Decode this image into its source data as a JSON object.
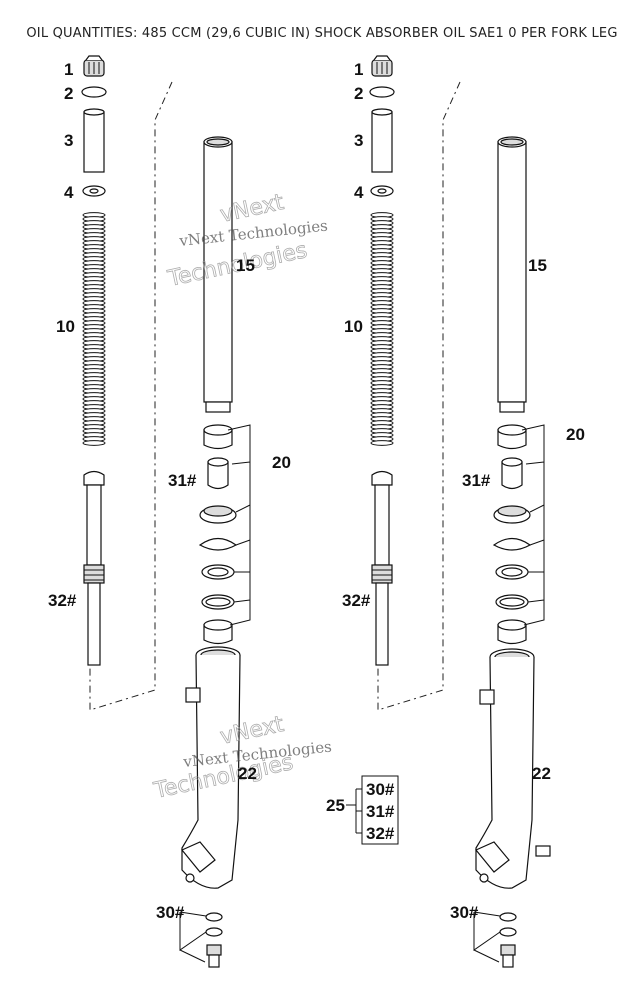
{
  "header": {
    "text": "OIL QUANTITIES: 485 CCM (29,6 CUBIC IN) SHOCK ABSORBER OIL SAE1 0 PER FORK LEG"
  },
  "left_assembly": {
    "labels": {
      "p1": "1",
      "p2": "2",
      "p3": "3",
      "p4": "4",
      "p10": "10",
      "p15": "15",
      "p20": "20",
      "p22": "22",
      "p30": "30#",
      "p31": "31#",
      "p32": "32#"
    }
  },
  "right_assembly": {
    "labels": {
      "p1": "1",
      "p2": "2",
      "p3": "3",
      "p4": "4",
      "p10": "10",
      "p15": "15",
      "p20": "20",
      "p22": "22",
      "p30": "30#",
      "p31": "31#",
      "p32": "32#"
    }
  },
  "kit": {
    "label": "25",
    "items": [
      "30#",
      "31#",
      "32#"
    ]
  },
  "watermarks": [
    {
      "line1": "vNext Technologies",
      "line2": "vNext",
      "line3": "Technologies"
    },
    {
      "line1": "vNext Technologies",
      "line2": "vNext",
      "line3": "Technologies"
    }
  ]
}
